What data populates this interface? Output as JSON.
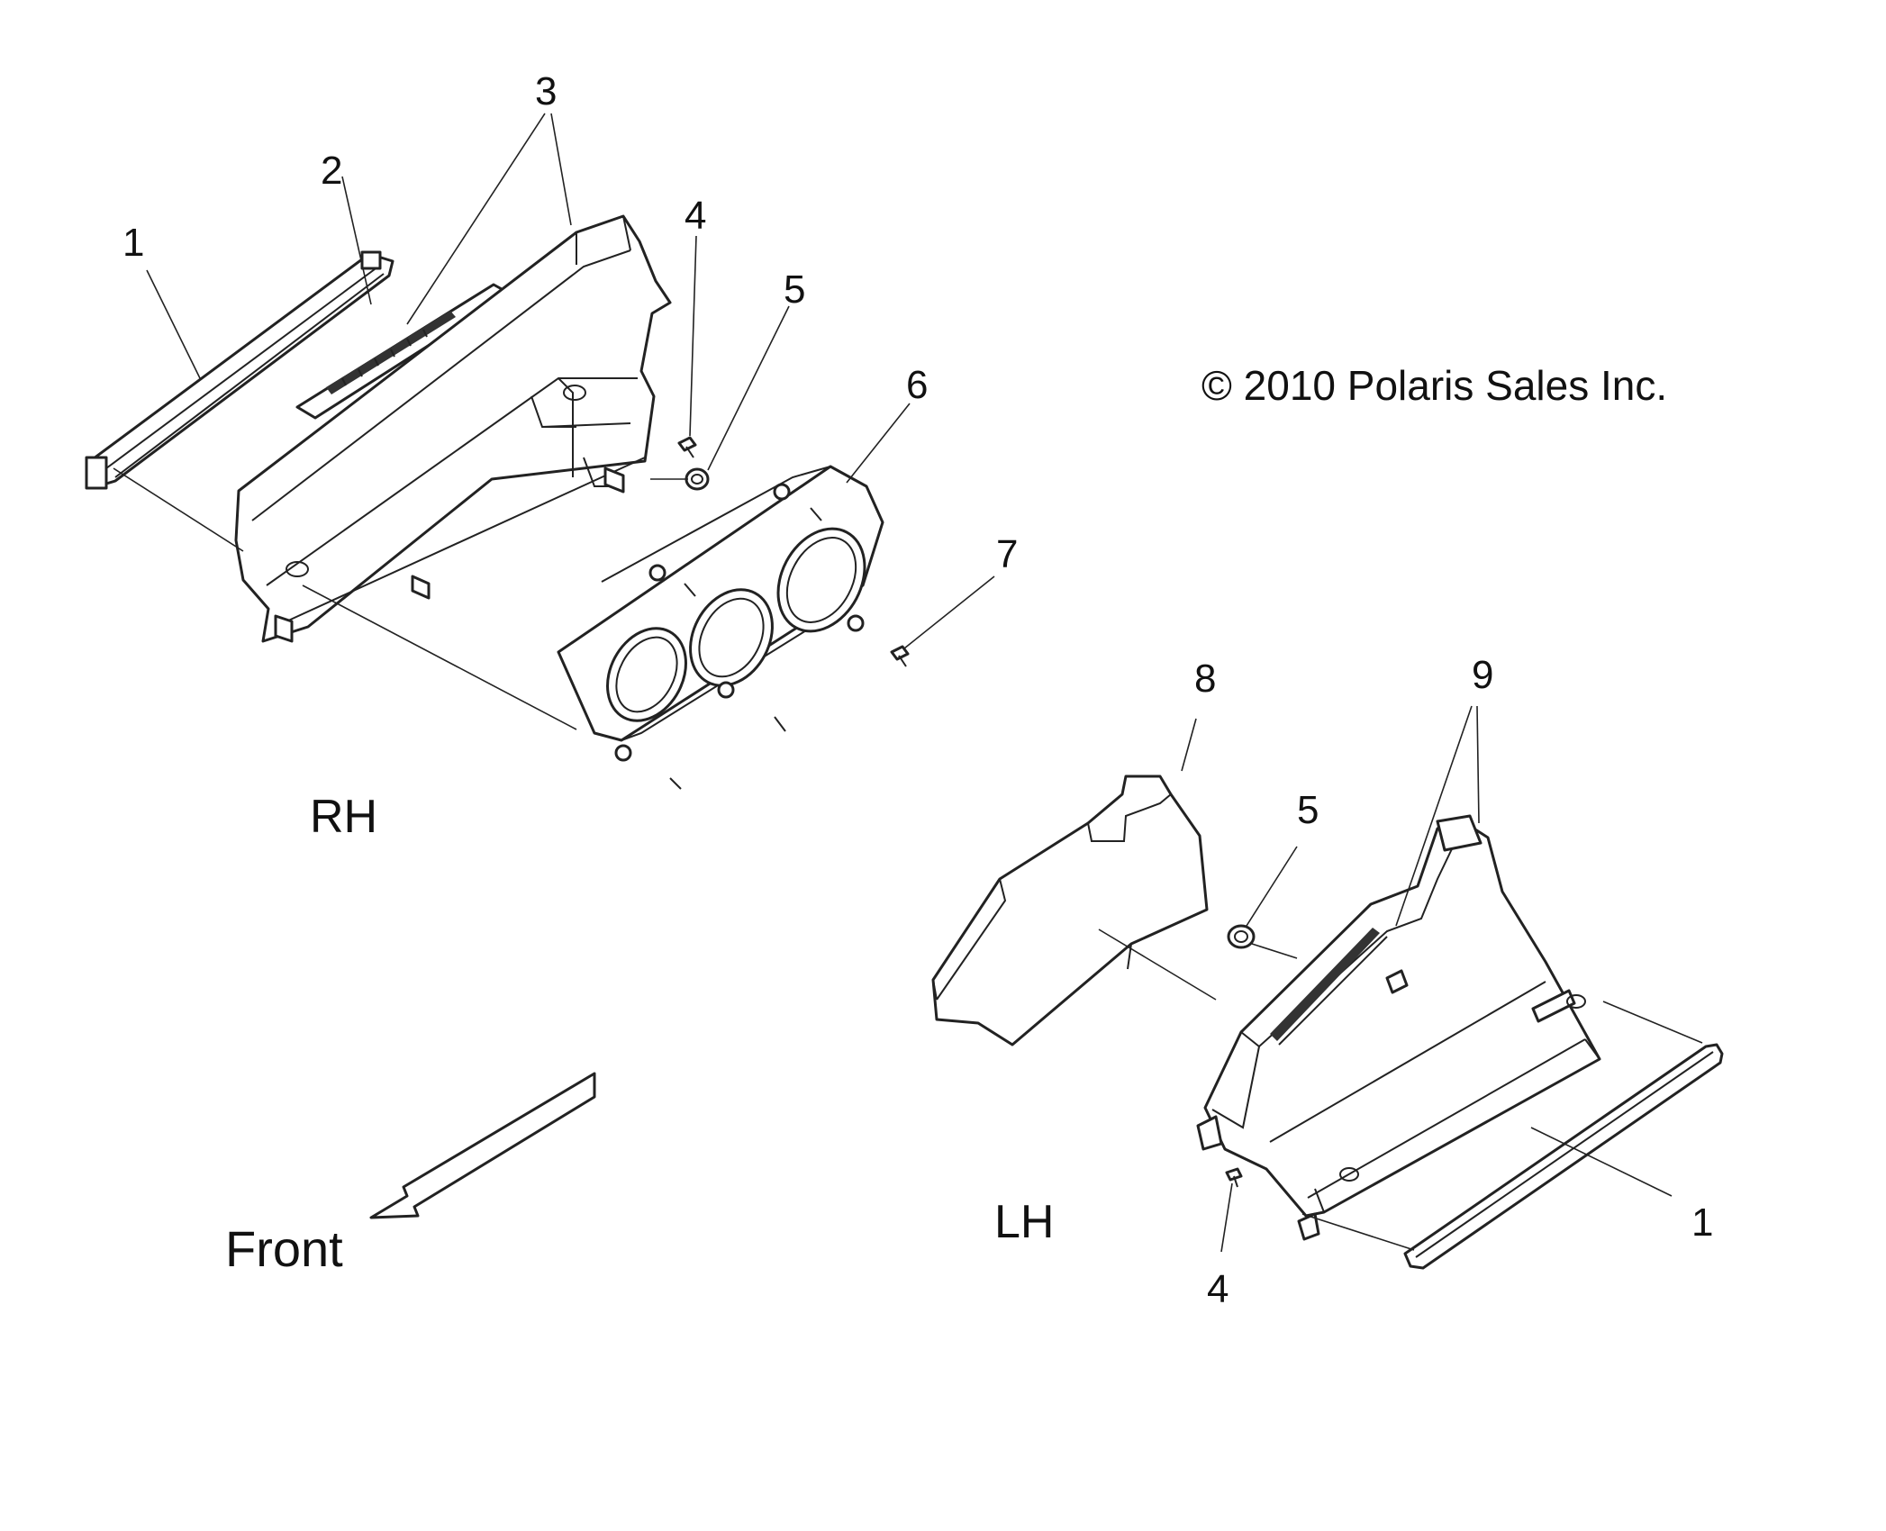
{
  "copyright": "© 2010 Polaris Sales Inc.",
  "side_labels": {
    "rh": "RH",
    "lh": "LH"
  },
  "direction": {
    "label": "Front"
  },
  "callouts": {
    "rh_1": "1",
    "rh_2": "2",
    "rh_3": "3",
    "rh_4": "4",
    "rh_5": "5",
    "rh_6": "6",
    "rh_7": "7",
    "lh_8": "8",
    "lh_9": "9",
    "lh_5": "5",
    "lh_1": "1",
    "lh_4": "4"
  },
  "colors": {
    "line": "#222222",
    "background": "#ffffff"
  }
}
